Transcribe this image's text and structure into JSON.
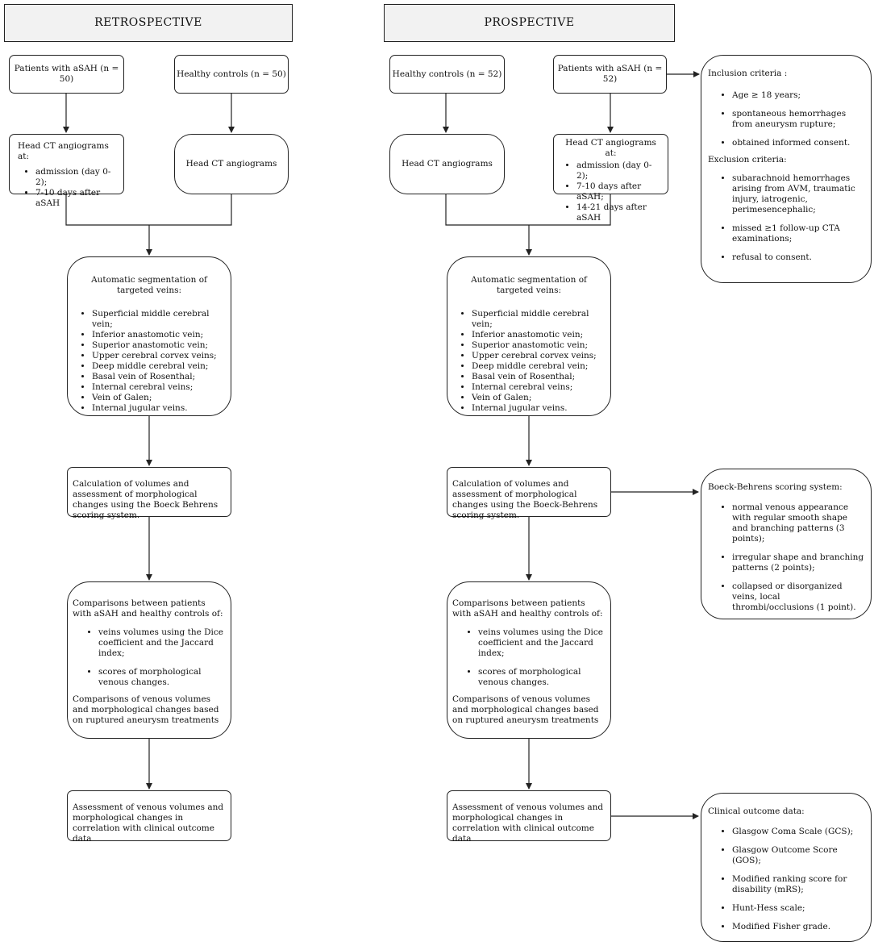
{
  "retro": {
    "header": "RETROSPECTIVE",
    "patients": "Patients with aSAH (n = 50)",
    "controls": "Healthy controls (n = 50)",
    "ct": {
      "title": "Head CT angiograms at:",
      "items": [
        "admission (day 0-2);",
        "7-10 days after aSAH"
      ]
    },
    "controls_ct": "Head CT angiograms",
    "seg": {
      "title": "Automatic segmentation of targeted veins:",
      "items": [
        "Superficial middle cerebral vein;",
        "Inferior anastomotic vein;",
        "Superior anastomotic vein;",
        "Upper cerebral corvex veins;",
        "Deep middle cerebral vein;",
        "Basal vein of Rosenthal;",
        "Internal cerebral veins;",
        "Vein of Galen;",
        "Internal jugular veins."
      ]
    },
    "calc": "Calculation of volumes and assessment of morphological changes using the Boeck Behrens scoring system.",
    "comp": {
      "title": "Comparisons between patients with aSAH and healthy controls of:",
      "items": [
        "veins volumes using the Dice coefficient and the Jaccard index;",
        "scores of morphological venous changes."
      ],
      "footer": "Comparisons of venous volumes and morphological changes based on ruptured aneurysm treatments"
    },
    "assess": "Assessment of venous volumes and morphological changes in correlation with clinical outcome data"
  },
  "pro": {
    "header": "PROSPECTIVE",
    "controls": "Healthy controls (n = 52)",
    "patients": "Patients with aSAH (n = 52)",
    "controls_ct": "Head CT angiograms",
    "ct": {
      "title": "Head CT angiograms at:",
      "items": [
        "admission (day 0-2);",
        "7-10 days after aSAH;",
        "14-21 days after aSAH"
      ]
    },
    "seg": {
      "title": "Automatic segmentation of targeted veins:",
      "items": [
        "Superficial middle cerebral vein;",
        "Inferior anastomotic vein;",
        "Superior anastomotic vein;",
        "Upper cerebral corvex veins;",
        "Deep middle cerebral vein;",
        "Basal vein of Rosenthal;",
        "Internal cerebral veins;",
        "Vein of Galen;",
        "Internal jugular veins."
      ]
    },
    "calc": "Calculation of volumes and assessment of morphological changes using the Boeck-Behrens scoring system.",
    "comp": {
      "title": "Comparisons between patients with aSAH and healthy controls of:",
      "items": [
        "veins volumes using the Dice coefficient and the Jaccard index;",
        "scores of morphological venous changes."
      ],
      "footer": "Comparisons of venous volumes and morphological changes based on ruptured aneurysm treatments"
    },
    "assess": "Assessment of venous volumes and morphological changes in correlation with clinical outcome data"
  },
  "criteria": {
    "inclusion_title": "Inclusion criteria :",
    "inclusion": [
      "Age ≥ 18 years;",
      "spontaneous hemorrhages from aneurysm rupture;",
      "obtained informed consent."
    ],
    "exclusion_title": "Exclusion criteria:",
    "exclusion": [
      "subarachnoid hemorrhages arising from AVM, traumatic injury, iatrogenic, perimesencephalic;",
      "missed ≥1 follow-up CTA examinations;",
      "refusal to consent."
    ]
  },
  "boeck": {
    "title": "Boeck-Behrens scoring system:",
    "items": [
      "normal venous appearance with regular smooth shape and branching patterns (3 points);",
      "irregular shape and branching patterns (2 points);",
      "collapsed or disorganized veins, local thrombi/occlusions (1 point)."
    ]
  },
  "outcome": {
    "title": "Clinical outcome data:",
    "items": [
      "Glasgow Coma Scale (GCS);",
      "Glasgow Outcome Score (GOS);",
      "Modified ranking score for disability (mRS);",
      "Hunt-Hess scale;",
      "Modified Fisher grade."
    ]
  }
}
